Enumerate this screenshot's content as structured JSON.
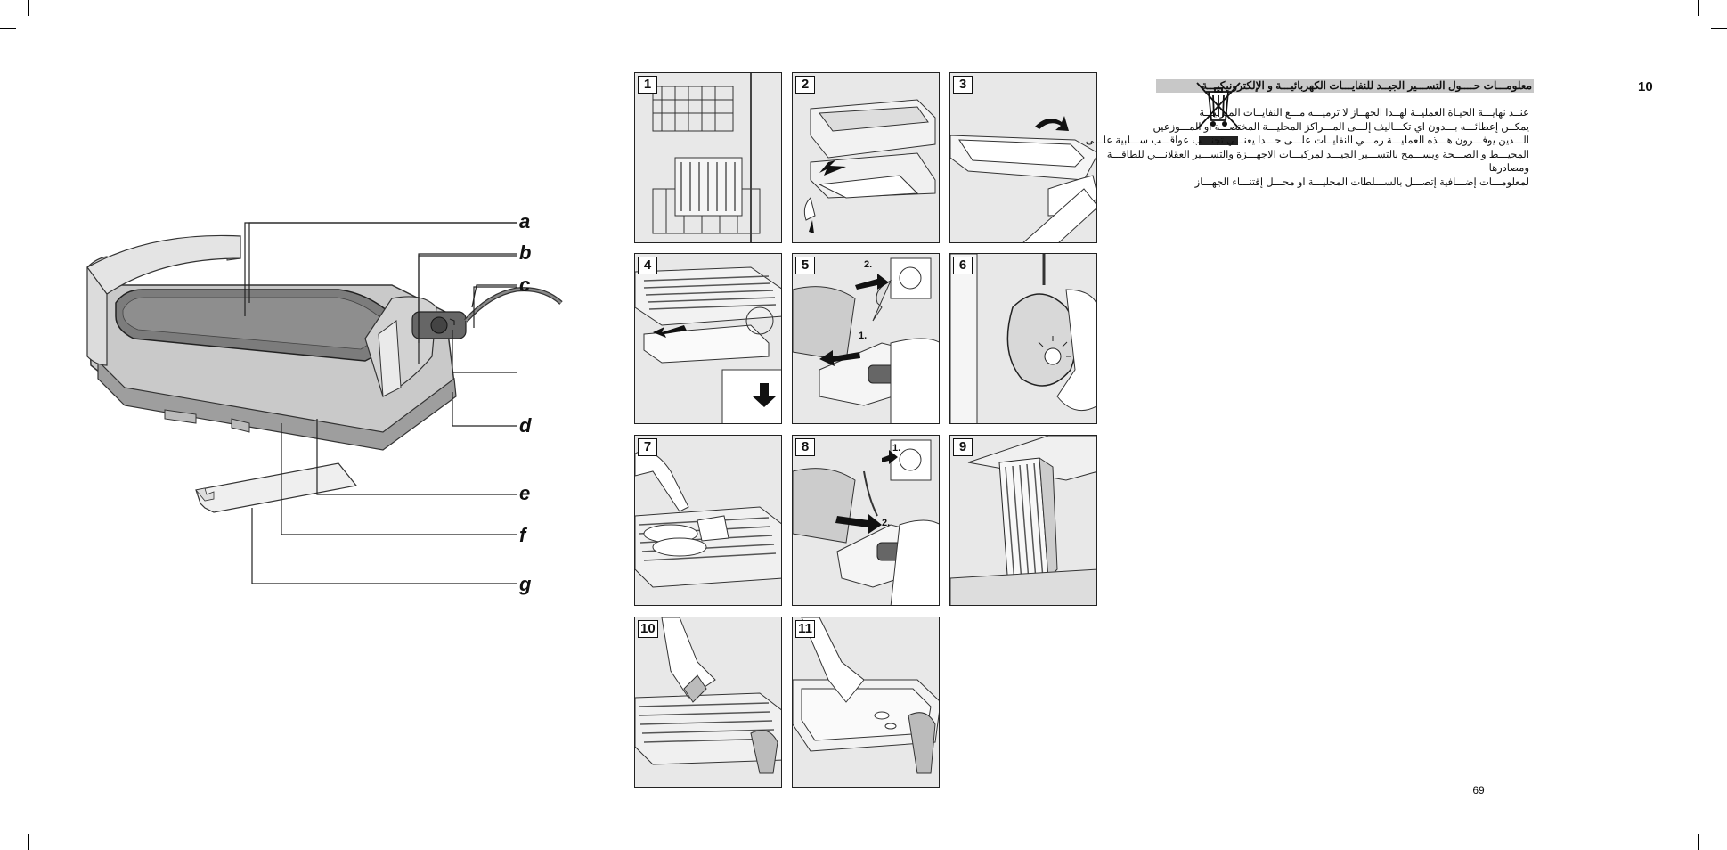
{
  "overview": {
    "part_labels": [
      "a",
      "b",
      "c",
      "d",
      "e",
      "f",
      "g"
    ]
  },
  "steps": [
    {
      "number": "1",
      "name": "dishwasher-rack"
    },
    {
      "number": "2",
      "name": "remove-drip-tray"
    },
    {
      "number": "3",
      "name": "turn-plate"
    },
    {
      "number": "4",
      "name": "insert-grill"
    },
    {
      "number": "5",
      "name": "plug-in",
      "tags": [
        "2.",
        "1."
      ]
    },
    {
      "number": "6",
      "name": "thermostat-light"
    },
    {
      "number": "7",
      "name": "cooking"
    },
    {
      "number": "8",
      "name": "unplug",
      "tags": [
        "1.",
        "2."
      ]
    },
    {
      "number": "9",
      "name": "drying"
    },
    {
      "number": "10",
      "name": "clean-grill"
    },
    {
      "number": "11",
      "name": "clean-plate"
    }
  ],
  "arabic": {
    "section_number": "10",
    "title": "معلومـــات حــــول التســـير الجيــد للنفايـــات الكهربائيـــة و الإلكترونيكيـــة",
    "lines": [
      "عنــد نهايـــة الحيـاة العمليــة لهــذا الجهــاز لا ترميـــه مـــع النفايــات المنزليـــة",
      "يمكــن إعطائـــه بـــدون اي تكـــاليف إلـــى المـــراكز المحليـــة المختصـــة او المـــوزعين",
      "الـــذين يوفـــرون هـــذه العمليـــة رمـــي النفايــات علـــى حـــدا يعنـــي تجنـــب عواقـــب ســـلبية علـــى",
      "المحيـــط و الصـــحة ويســـمح بالتســـير الجيـــد لمركبـــات الاجهـــزة والتســـير العقلانـــي للطاقـــة",
      "ومصادرها",
      "لمعلومـــات إضـــافية إتصـــل بالســـلطات المحليـــة او محـــل إقتنـــاء الجهـــاز"
    ]
  },
  "page_number": "69"
}
